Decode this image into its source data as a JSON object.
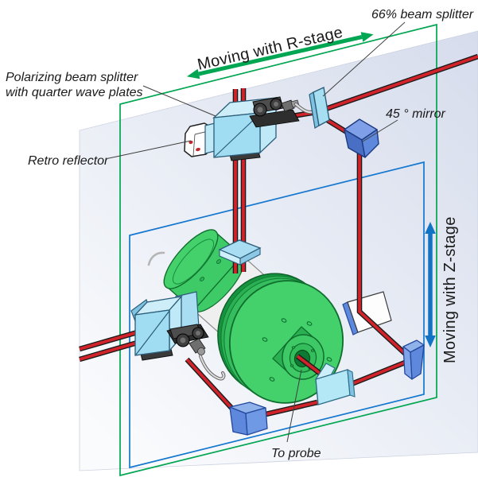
{
  "diagram": {
    "type": "optical-metrology-setup",
    "labels": {
      "beam_splitter_66": "66% beam splitter",
      "moving_r_stage": "Moving with R-stage",
      "pbs_line1": "Polarizing beam splitter",
      "pbs_line2": "with quarter wave plates",
      "retro_reflector": "Retro reflector",
      "mirror_45": "45 ° mirror",
      "moving_z_stage": "Moving with Z-stage",
      "to_probe": "To probe"
    },
    "colors": {
      "laser_beam": "#d2232a",
      "r_stage_frame": "#00a651",
      "z_stage_frame": "#1477cf",
      "optics_glass": "#a6dcf2",
      "mirror_blue": "#5d88dc",
      "spindle_green": "#44d16b",
      "background_panel": "#dde3ef"
    },
    "components": [
      "polarizing-beam-splitter-cube",
      "quarter-wave-plate",
      "retro-reflector",
      "fiber-collimator",
      "66-percent-beam-splitter-plate",
      "45-degree-mirror",
      "fold-mirror-white",
      "pickoff-plate",
      "corner-mirror-left",
      "corner-mirror-right",
      "spindle-with-probe-bore",
      "laser-beams",
      "r-stage-frame",
      "z-stage-frame"
    ]
  }
}
